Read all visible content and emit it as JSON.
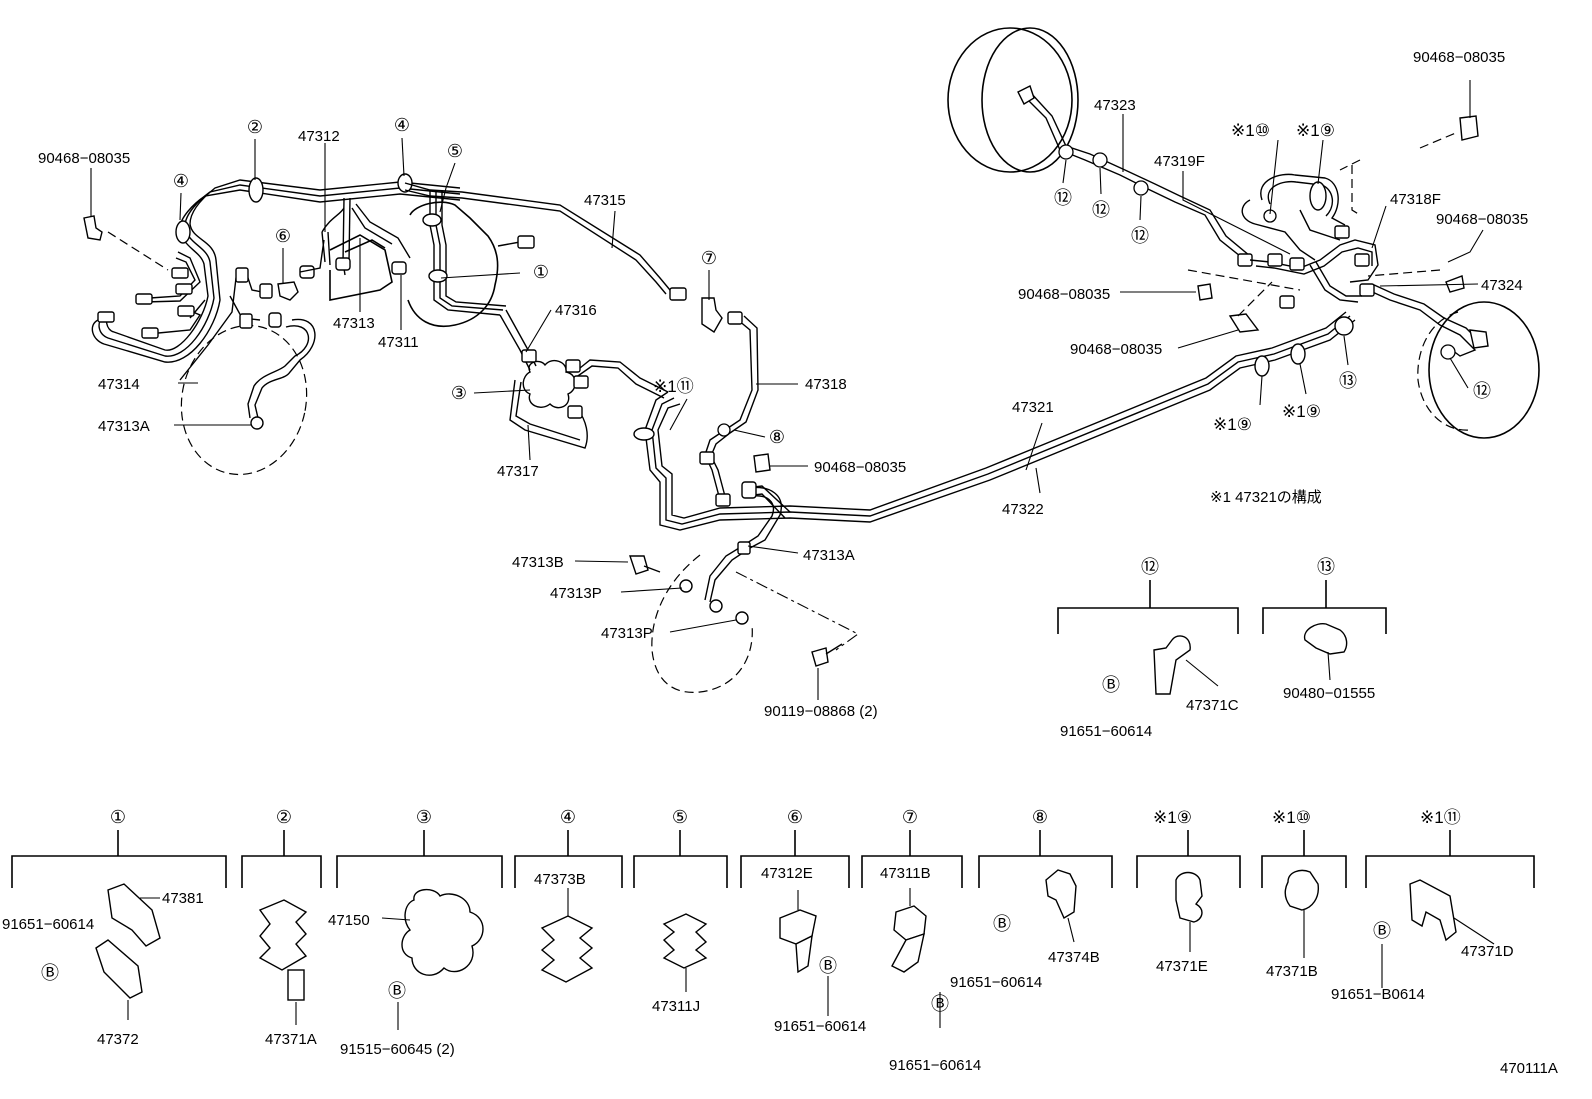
{
  "diagram_id": "470111A",
  "labels": {
    "p90468_08035_left": "90468−08035",
    "p47312": "47312",
    "p47315": "47315",
    "p47313": "47313",
    "p47311": "47311",
    "p47314": "47314",
    "p47313A_left": "47313A",
    "p47316": "47316",
    "p47317": "47317",
    "p47318": "47318",
    "p90468_08035_mid": "90468−08035",
    "p47313B": "47313B",
    "p47313A_mid": "47313A",
    "p47313P_1": "47313P",
    "p47313P_2": "47313P",
    "p90119": "90119−08868 (2)",
    "p47321": "47321",
    "p47322": "47322",
    "p47323": "47323",
    "p47319F": "47319F",
    "p47318F": "47318F",
    "p90468_08035_tr": "90468−08035",
    "p90468_08035_r1": "90468−08035",
    "p90468_08035_r2": "90468−08035",
    "p90468_08035_r3": "90468−08035",
    "p47324": "47324",
    "note": "※1 47321の構成"
  },
  "callouts": {
    "c1": "①",
    "c2": "②",
    "c3": "③",
    "c4": "④",
    "c5": "⑤",
    "c6": "⑥",
    "c7": "⑦",
    "c8": "⑧",
    "c9": "⑨",
    "c10": "⑩",
    "c11": "⑪",
    "c12": "⑫",
    "c13": "⑬",
    "b": "Ⓑ",
    "x9": "※1⑨",
    "x10": "※1⑩",
    "x11": "※1⑪"
  },
  "kits": {
    "k12": {
      "part": "47371C",
      "bolt": "91651−60614"
    },
    "k13": {
      "part": "90480−01555"
    },
    "k1": {
      "part_a": "47381",
      "part_b": "47372",
      "bolt": "91651−60614"
    },
    "k2": {
      "part": "47371A"
    },
    "k3": {
      "part": "47150",
      "bolt": "91515−60645 (2)"
    },
    "k4": {
      "part": "47373B"
    },
    "k5": {
      "part": "47311J"
    },
    "k6": {
      "part": "47312E",
      "bolt": "91651−60614"
    },
    "k7": {
      "part": "47311B",
      "bolt": "91651−60614"
    },
    "k8": {
      "part": "47374B",
      "bolt": "91651−60614"
    },
    "k9": {
      "part": "47371E"
    },
    "k10": {
      "part": "47371B"
    },
    "k11": {
      "part": "47371D",
      "bolt": "91651−B0614"
    }
  }
}
